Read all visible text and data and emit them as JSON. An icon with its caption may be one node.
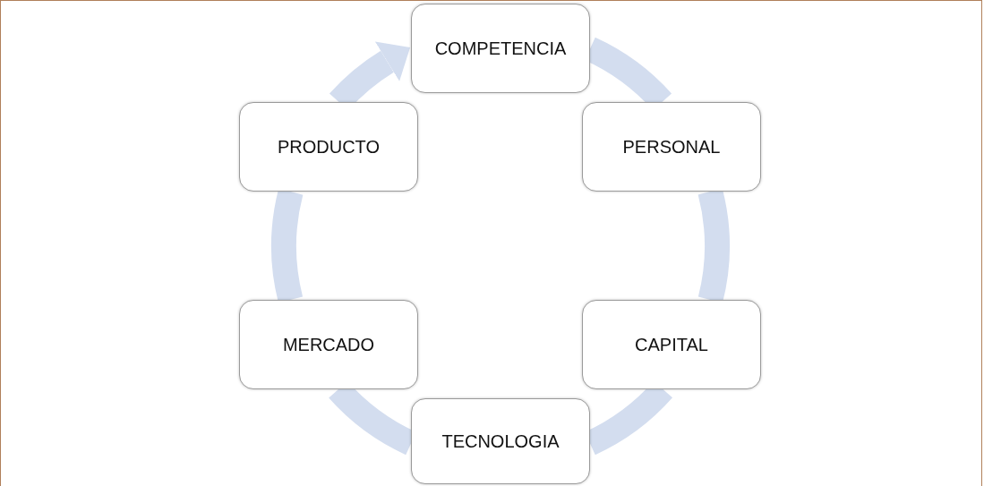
{
  "diagram": {
    "nodes": [
      {
        "text": [
          "COMPETENCIA"
        ]
      },
      {
        "text": [
          "PERSONAL"
        ]
      },
      {
        "text": [
          "CAPITAL"
        ]
      },
      {
        "text": [
          "TECNOLOGIA"
        ]
      },
      {
        "text": [
          "MERCADO"
        ]
      },
      {
        "text": [
          "PRODUCTO"
        ]
      }
    ],
    "edges": [
      {
        "from": 0,
        "to": 1,
        "arrow": "none"
      },
      {
        "from": 1,
        "to": 2,
        "arrow": "none"
      },
      {
        "from": 2,
        "to": 3,
        "arrow": "none"
      },
      {
        "from": 3,
        "to": 4,
        "arrow": "none"
      },
      {
        "from": 4,
        "to": 5,
        "arrow": "none"
      },
      {
        "from": 5,
        "to": 0,
        "arrow": "to"
      }
    ]
  }
}
